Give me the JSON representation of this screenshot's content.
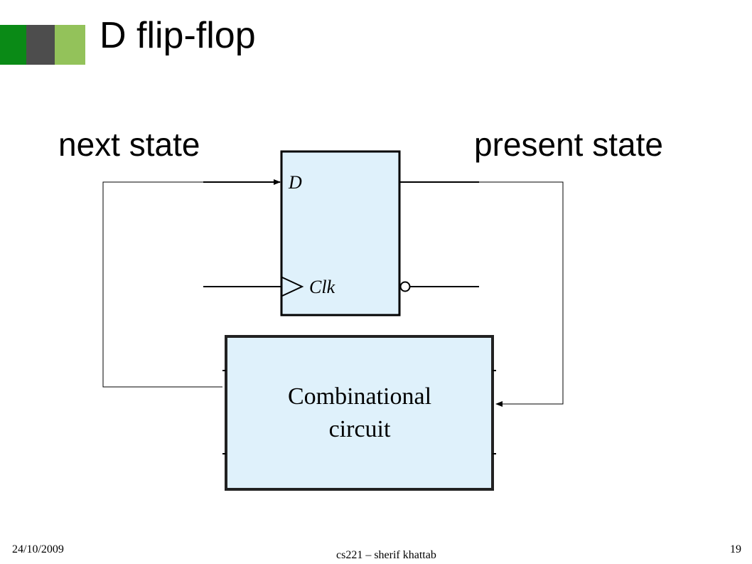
{
  "slide": {
    "title": "D flip-flop",
    "next_state_label": "next state",
    "present_state_label": "present state"
  },
  "diagram": {
    "flipflop": {
      "d_label": "D",
      "clk_label": "Clk"
    },
    "combinational": {
      "line1": "Combinational",
      "line2": "circuit"
    }
  },
  "footer": {
    "date": "24/10/2009",
    "center": "cs221 – sherif khattab",
    "page": "19"
  },
  "colors": {
    "accent_green": "#0a8a16",
    "accent_gray": "#4d4d4d",
    "accent_light_green": "#93c25a",
    "box_fill": "#dff1fb"
  }
}
